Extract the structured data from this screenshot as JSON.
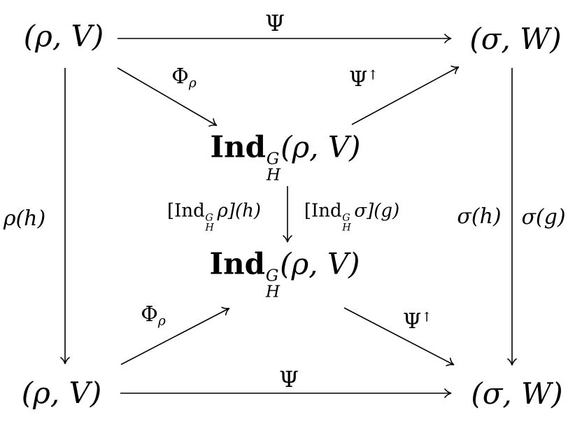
{
  "diagram": {
    "background": "#ffffff",
    "ink": "#000000",
    "nodes": {
      "top_left": "(ρ, V)",
      "top_right": "(σ, W)",
      "bottom_left": "(ρ, V)",
      "bottom_right": "(σ, W)",
      "ind_upper": {
        "op": "Ind",
        "sup": "G",
        "sub": "H",
        "arg": "(ρ, V)"
      },
      "ind_lower": {
        "op": "Ind",
        "sup": "G",
        "sub": "H",
        "arg": "(ρ, V)"
      }
    },
    "edge_labels": {
      "top": "Ψ",
      "bottom": "Ψ",
      "left": "ρ(h)",
      "right_inner": "σ(h)",
      "right_outer": "σ(g)",
      "middle_left": {
        "open": "[Ind",
        "sup": "G",
        "sub": "H",
        "rest": "ρ](h)"
      },
      "middle_right": {
        "open": "[Ind",
        "sup": "G",
        "sub": "H",
        "rest": "σ](g)"
      },
      "upper_left_diag": {
        "base": "Φ",
        "sub": "ρ"
      },
      "upper_right_diag": {
        "base": "Ψ",
        "sup": "↑"
      },
      "lower_left_diag": {
        "base": "Φ",
        "sub": "ρ"
      },
      "lower_right_diag": {
        "base": "Ψ",
        "sup": "↑"
      }
    },
    "edges": [
      {
        "from": "top_left",
        "to": "top_right",
        "label": "Ψ"
      },
      {
        "from": "top_left",
        "to": "ind_upper",
        "label": "Φ_ρ"
      },
      {
        "from": "ind_upper",
        "to": "top_right",
        "label": "Ψ↑"
      },
      {
        "from": "top_left",
        "to": "bottom_left",
        "label": "ρ(h)"
      },
      {
        "from": "ind_upper",
        "to": "ind_lower",
        "label_left": "[Ind_H^G ρ](h)",
        "label_right": "[Ind_H^G σ](g)"
      },
      {
        "from": "top_right",
        "to": "bottom_right",
        "label_left": "σ(h)",
        "label_right": "σ(g)"
      },
      {
        "from": "bottom_left",
        "to": "ind_lower",
        "label": "Φ_ρ"
      },
      {
        "from": "ind_lower",
        "to": "bottom_right",
        "label": "Ψ↑"
      },
      {
        "from": "bottom_left",
        "to": "bottom_right",
        "label": "Ψ"
      }
    ]
  }
}
